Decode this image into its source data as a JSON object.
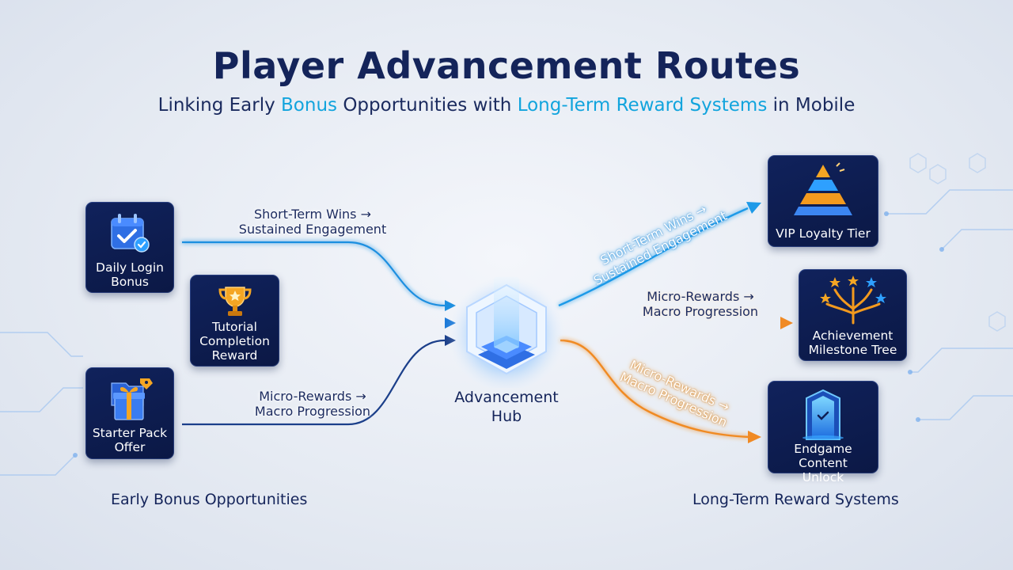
{
  "header": {
    "title": "Player Advancement Routes",
    "subtitle_parts": [
      "Linking Early ",
      "Bonus",
      " Opportunities with ",
      "Long-Term Reward Systems",
      " in Mobile"
    ]
  },
  "left": {
    "section_label": "Early Bonus Opportunities",
    "cards": [
      {
        "label_lines": [
          "Daily Login",
          "Bonus"
        ],
        "icon": "calendar-check-icon"
      },
      {
        "label_lines": [
          "Tutorial",
          "Completion",
          "Reward"
        ],
        "icon": "trophy-icon"
      },
      {
        "label_lines": [
          "Starter Pack",
          "Offer"
        ],
        "icon": "gift-box-icon"
      }
    ]
  },
  "hub": {
    "label_lines": [
      "Advancement",
      "Hub"
    ],
    "icon": "glowing-cube-hub-icon"
  },
  "right": {
    "section_label": "Long-Term Reward Systems",
    "cards": [
      {
        "label_lines": [
          "VIP Loyalty Tier"
        ],
        "icon": "pyramid-tier-icon"
      },
      {
        "label_lines": [
          "Achievement",
          "Milestone Tree"
        ],
        "icon": "star-tree-icon"
      },
      {
        "label_lines": [
          "Endgame Content",
          "Unlock"
        ],
        "icon": "portal-gate-icon"
      }
    ]
  },
  "routes": {
    "left_top": [
      "Short-Term Wins →",
      "Sustained Engagement"
    ],
    "left_bottom": [
      "Micro-Rewards →",
      "Macro Progression"
    ],
    "right_top": [
      "Short-Term Wins →",
      "Sustained Engagement"
    ],
    "right_middle": [
      "Micro-Rewards →",
      "Macro Progression"
    ],
    "right_bottom": [
      "Micro-Rewards →",
      "Macro Progression"
    ]
  },
  "colors": {
    "title": "#14245a",
    "highlight": "#12a4dd",
    "card_bg": "#0e1f55",
    "blue_route": "#1d8fe0",
    "navy_route": "#1b3f8a",
    "orange_route": "#f08a24"
  }
}
